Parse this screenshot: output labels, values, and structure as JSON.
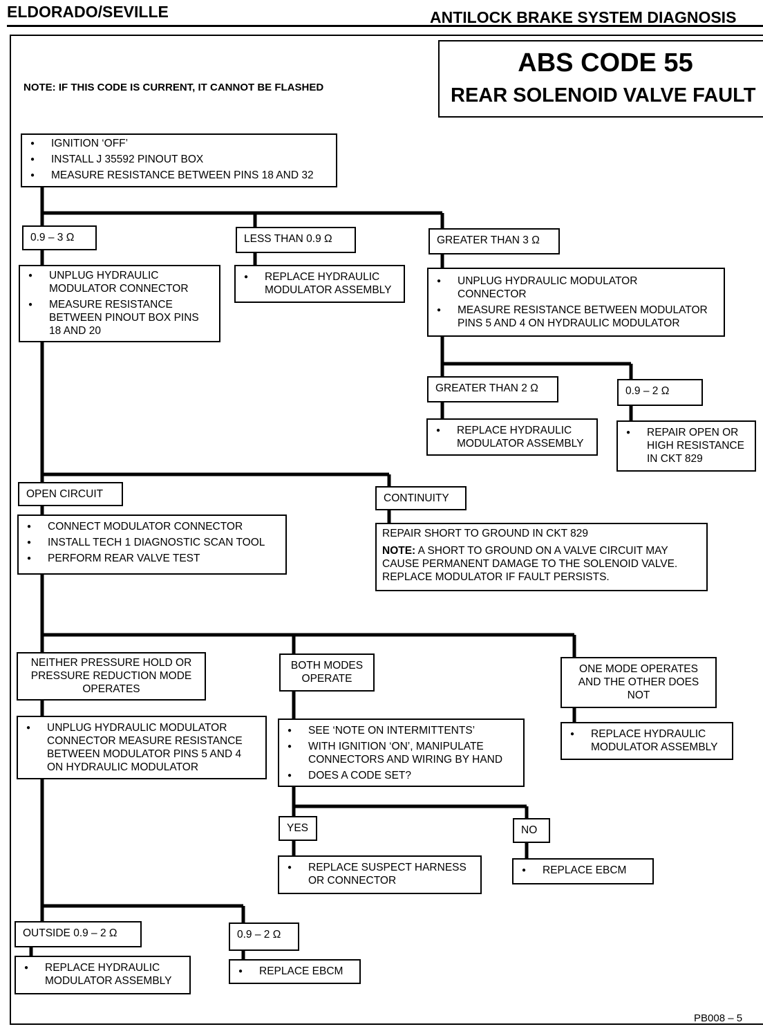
{
  "header": {
    "left": "ELDORADO/SEVILLE",
    "right": "ANTILOCK BRAKE SYSTEM DIAGNOSIS"
  },
  "title": {
    "code": "ABS CODE 55",
    "fault": "REAR SOLENOID VALVE FAULT"
  },
  "note": "NOTE:  IF THIS CODE IS CURRENT, IT CANNOT BE FLASHED",
  "start": {
    "items": [
      "IGNITION ‘OFF’",
      "INSTALL J 35592 PINOUT BOX",
      "MEASURE RESISTANCE BETWEEN PINS 18 AND 32"
    ]
  },
  "branch1": {
    "a_label": "0.9 – 3  Ω",
    "a_items": [
      "UNPLUG HYDRAULIC\nMODULATOR CONNECTOR",
      "MEASURE  RESISTANCE\nBETWEEN  PINOUT BOX PINS\n18 AND 20"
    ],
    "b_label": "LESS THAN 0.9  Ω",
    "b_items": [
      "REPLACE HYDRAULIC\nMODULATOR ASSEMBLY"
    ],
    "c_label": "GREATER THAN 3  Ω",
    "c_items": [
      "UNPLUG HYDRAULIC MODULATOR\nCONNECTOR",
      "MEASURE RESISTANCE BETWEEN MODULATOR\nPINS 5 AND 4 ON HYDRAULIC MODULATOR"
    ]
  },
  "branch2": {
    "a_label": "GREATER THAN 2  Ω",
    "a_items": [
      "REPLACE HYDRAULIC\nMODULATOR ASSEMBLY"
    ],
    "b_label": "0.9 – 2  Ω",
    "b_items": [
      "REPAIR OPEN OR\nHIGH RESISTANCE\nIN CKT 829"
    ]
  },
  "branch3": {
    "a_label": "OPEN CIRCUIT",
    "a_items": [
      "CONNECT MODULATOR CONNECTOR",
      "INSTALL TECH 1 DIAGNOSTIC SCAN TOOL",
      "PERFORM  REAR VALVE TEST"
    ],
    "b_label": "CONTINUITY",
    "b_text": "REPAIR SHORT TO GROUND IN CKT 829",
    "b_note_head": "NOTE:",
    "b_note_body": " A SHORT TO GROUND ON A VALVE CIRCUIT MAY\nCAUSE PERMANENT DAMAGE TO THE SOLENOID VALVE.\nREPLACE MODULATOR IF FAULT  PERSISTS."
  },
  "branch4": {
    "a_label": "NEITHER PRESSURE HOLD OR\nPRESSURE REDUCTION MODE\nOPERATES",
    "a_items": [
      "UNPLUG HYDRAULIC MODULATOR\nCONNECTOR MEASURE RESISTANCE\nBETWEEN MODULATOR PINS 5 AND 4\nON HYDRAULIC MODULATOR"
    ],
    "b_label": "BOTH MODES\nOPERATE",
    "b_items": [
      "SEE ‘NOTE ON INTERMITTENTS’",
      "WITH IGNITION ‘ON’, MANIPULATE\nCONNECTORS AND WIRING BY HAND",
      "DOES A CODE SET?"
    ],
    "c_label": "ONE MODE OPERATES\nAND THE OTHER DOES\nNOT",
    "c_items": [
      "REPLACE HYDRAULIC\nMODULATOR ASSEMBLY"
    ]
  },
  "branch5": {
    "yes_label": "YES",
    "yes_items": [
      "REPLACE SUSPECT HARNESS\nOR CONNECTOR"
    ],
    "no_label": "NO",
    "no_items": [
      "REPLACE  EBCM"
    ]
  },
  "branch6": {
    "a_label": "OUTSIDE 0.9 – 2  Ω",
    "a_items": [
      "REPLACE HYDRAULIC\nMODULATOR ASSEMBLY"
    ],
    "b_label": "0.9 – 2  Ω",
    "b_items": [
      "REPLACE  EBCM"
    ]
  },
  "page_id": "PB008 – 5"
}
